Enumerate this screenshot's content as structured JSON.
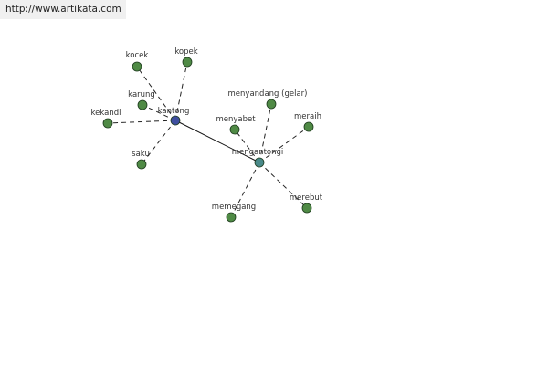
{
  "header": {
    "url": "http://www.artikata.com"
  },
  "colors": {
    "hub_primary": "#3f4fa0",
    "hub_secondary": "#4a8a8a",
    "leaf": "#4f8a45",
    "edge": "#222222"
  },
  "diagram": {
    "hubs": [
      {
        "id": "kantong",
        "label": "kantong",
        "color": "#3f4fa0"
      },
      {
        "id": "mengantongi",
        "label": "mengantongi",
        "color": "#4a8a8a"
      }
    ],
    "leaves": [
      {
        "id": "kocek",
        "label": "kocek",
        "hub": "kantong"
      },
      {
        "id": "kopek",
        "label": "kopek",
        "hub": "kantong"
      },
      {
        "id": "karung",
        "label": "karung",
        "hub": "kantong"
      },
      {
        "id": "kekandi",
        "label": "kekandi",
        "hub": "kantong"
      },
      {
        "id": "saku",
        "label": "saku",
        "hub": "kantong"
      },
      {
        "id": "menyandang",
        "label": "menyandang (gelar)",
        "hub": "mengantongi"
      },
      {
        "id": "menyabet",
        "label": "menyabet",
        "hub": "mengantongi"
      },
      {
        "id": "meraih",
        "label": "meraih",
        "hub": "mengantongi"
      },
      {
        "id": "memegang",
        "label": "memegang",
        "hub": "mengantongi"
      },
      {
        "id": "merebut",
        "label": "merebut",
        "hub": "mengantongi"
      }
    ],
    "hub_link": {
      "from": "kantong",
      "to": "mengantongi"
    }
  }
}
